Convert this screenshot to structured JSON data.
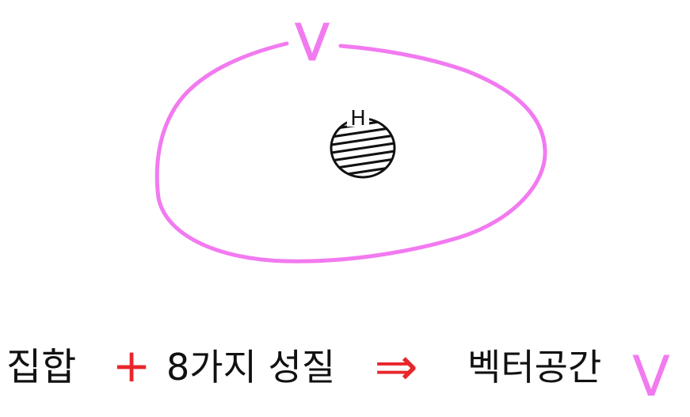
{
  "diagram": {
    "set_label": "V",
    "element_label": "H",
    "colors": {
      "set_outline": "#f27af0",
      "ink": "#111111",
      "operator": "#e8262b",
      "background": "#ffffff"
    }
  },
  "equation": {
    "term1": "집합",
    "plus": "+",
    "term2": "8가지 성질",
    "arrow": "⇒",
    "result": "벡터공간",
    "result_symbol": "V"
  }
}
